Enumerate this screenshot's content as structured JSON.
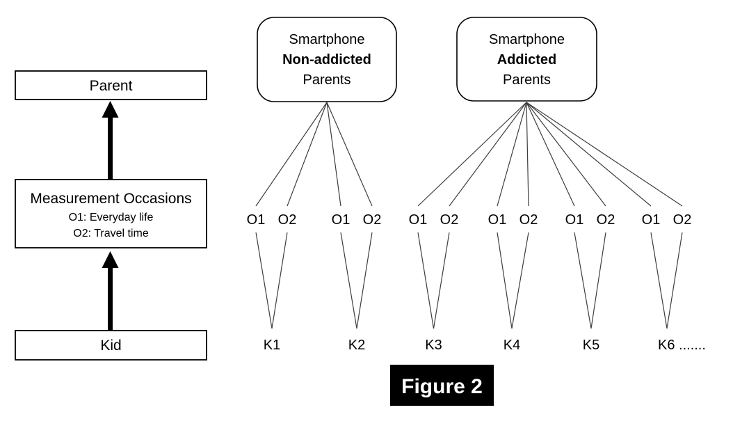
{
  "figure": {
    "label": "Figure 2"
  },
  "colors": {
    "background": "#ffffff",
    "box_border": "#000000",
    "connector_line": "#3d3d3d",
    "figure_box_bg": "#000000",
    "figure_box_text": "#ffffff"
  },
  "left_panel": {
    "parent_label": "Parent",
    "measurement": {
      "title": "Measurement Occasions",
      "items": [
        "O1: Everyday life",
        "O2: Travel time"
      ]
    },
    "kid_label": "Kid"
  },
  "groups": [
    {
      "name_lines": [
        "Smartphone",
        "Non-addicted",
        "Parents"
      ],
      "bold_line": "Non-addicted",
      "kids": [
        {
          "label": "K1",
          "occasions": [
            "O1",
            "O2"
          ]
        },
        {
          "label": "K2",
          "occasions": [
            "O1",
            "O2"
          ]
        }
      ]
    },
    {
      "name_lines": [
        "Smartphone",
        "Addicted",
        "Parents"
      ],
      "bold_line": "Addicted",
      "kids": [
        {
          "label": "K3",
          "occasions": [
            "O1",
            "O2"
          ]
        },
        {
          "label": "K4",
          "occasions": [
            "O1",
            "O2"
          ]
        },
        {
          "label": "K5",
          "occasions": [
            "O1",
            "O2"
          ]
        },
        {
          "label": "K6 .......",
          "occasions": [
            "O1",
            "O2"
          ]
        }
      ]
    }
  ]
}
